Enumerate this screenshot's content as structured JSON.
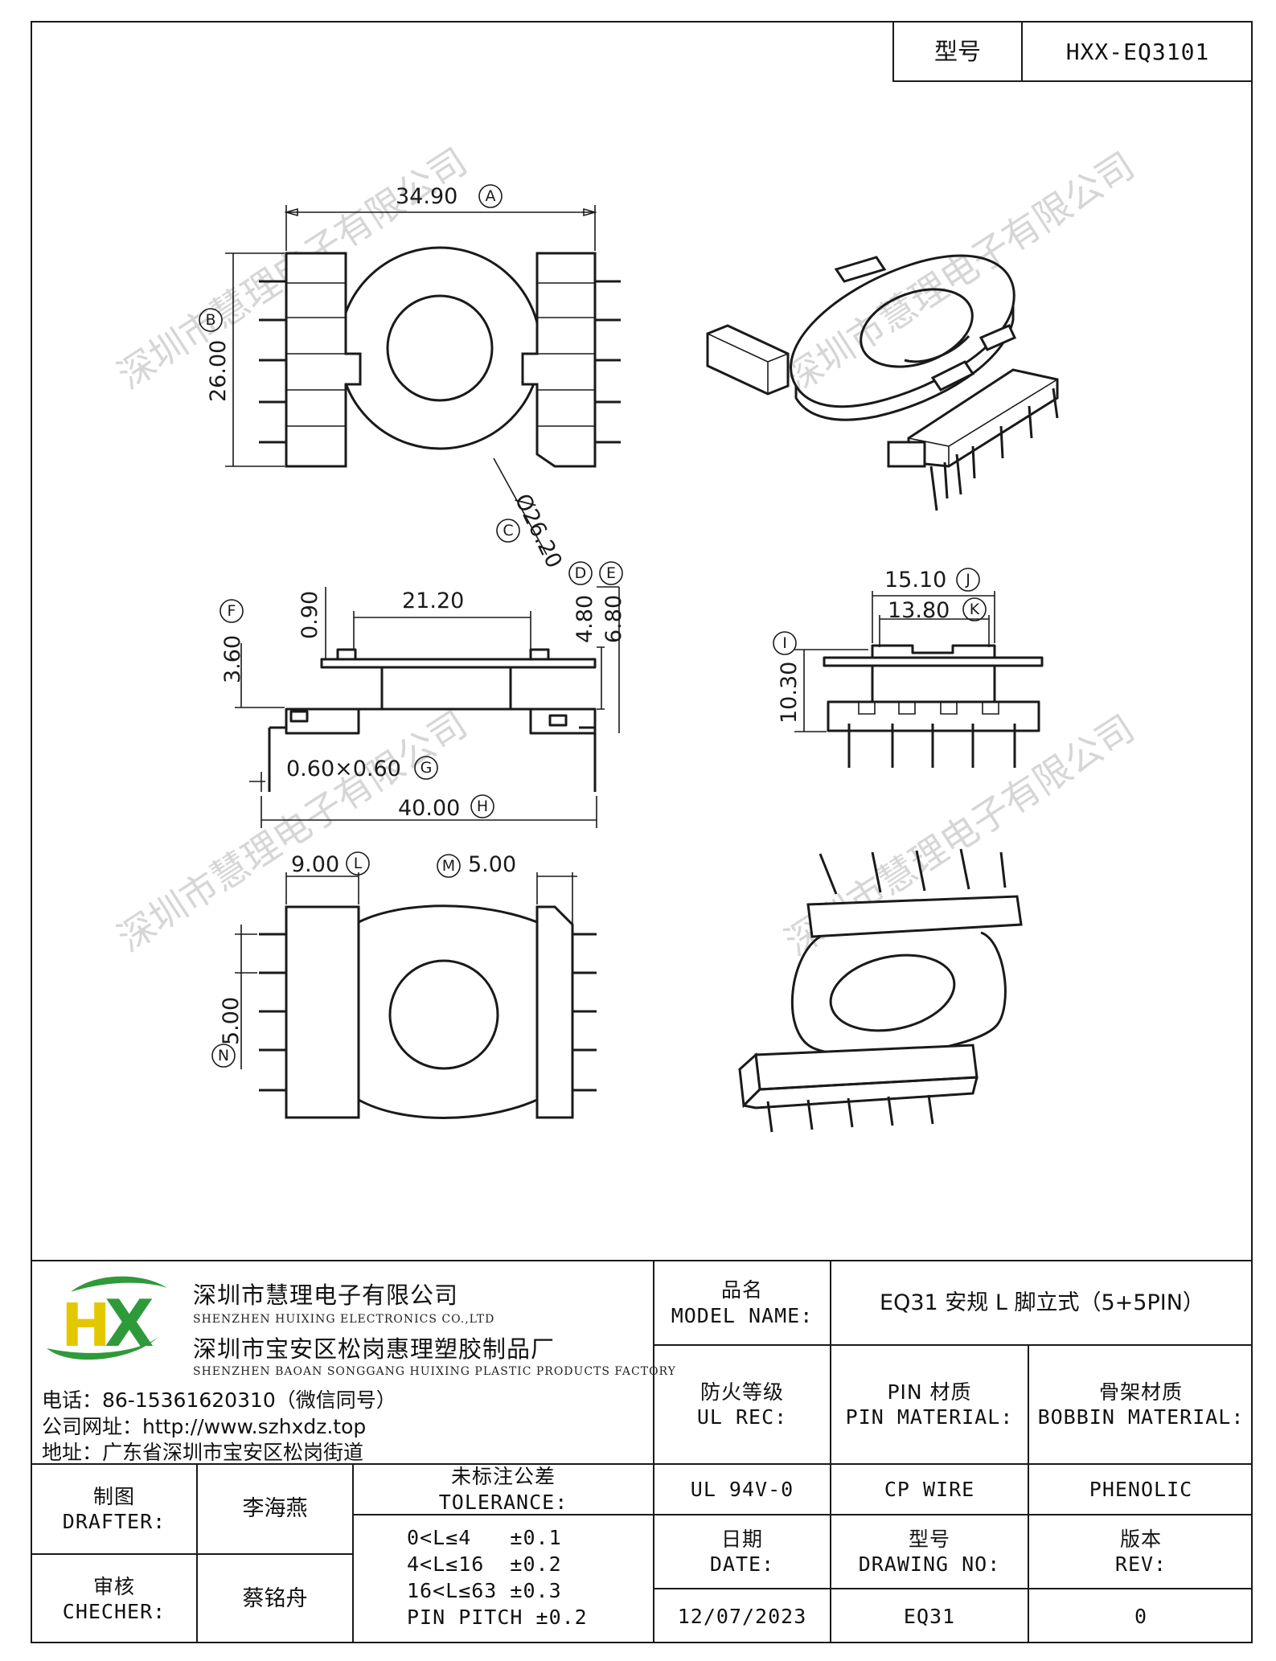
{
  "header": {
    "model_label": "型号",
    "model_value": "HXX-EQ3101"
  },
  "views": {
    "top": {
      "width": "34.90",
      "width_tag": "A",
      "height": "26.00",
      "height_tag": "B",
      "diameter": "Ø26.20",
      "diameter_tag": "C"
    },
    "side": {
      "dim_090": "0.90",
      "dim_2120": "21.20",
      "dim_480": "4.80",
      "tag_d": "D",
      "dim_680": "6.80",
      "tag_e": "E",
      "dim_360": "3.60",
      "tag_f": "F",
      "pin_size": "0.60×0.60",
      "tag_g": "G",
      "overall": "40.00",
      "tag_h": "H"
    },
    "right_side": {
      "dim_1510": "15.10",
      "tag_j": "J",
      "dim_1380": "13.80",
      "tag_k": "K",
      "dim_1030": "10.30",
      "tag_i": "I"
    },
    "bottom": {
      "dim_900": "9.00",
      "tag_l": "L",
      "dim_500a": "5.00",
      "tag_m": "M",
      "dim_500b": "5.00",
      "tag_n": "N"
    }
  },
  "watermark": "深圳市慧理电子有限公司",
  "title_block": {
    "company_cn": "深圳市慧理电子有限公司",
    "company_en": "SHENZHEN HUIXING ELECTRONICS CO.,LTD",
    "factory_cn": "深圳市宝安区松岗惠理塑胶制品厂",
    "factory_en": "SHENZHEN BAOAN SONGGANG HUIXING PLASTIC PRODUCTS FACTORY",
    "phone": "电话：86-15361620310（微信同号）",
    "website": "公司网址：http://www.szhxdz.top",
    "address": "地址：广东省深圳市宝安区松岗街道",
    "logo_h": "H",
    "logo_x": "X",
    "model_name_cn": "品名",
    "model_name_en": "MODEL NAME:",
    "model_name_value": "EQ31 安规 L 脚立式（5+5PIN）",
    "ul_cn": "防火等级",
    "ul_en": "UL REC:",
    "pin_cn": "PIN 材质",
    "pin_en": "PIN MATERIAL:",
    "bobbin_cn": "骨架材质",
    "bobbin_en": "BOBBIN MATERIAL:",
    "ul_value": "UL 94V-0",
    "pin_value": "CP WIRE",
    "bobbin_value": "PHENOLIC",
    "drafter_cn": "制图",
    "drafter_en": "DRAFTER:",
    "drafter_name": "李海燕",
    "checker_cn": "审核",
    "checker_en": "CHECHER:",
    "checker_name": "蔡铭舟",
    "tolerance_cn": "未标注公差",
    "tolerance_en": "TOLERANCE:",
    "tolerance_rows": [
      "0<L≤4   ±0.1",
      "4<L≤16  ±0.2",
      "16<L≤63 ±0.3",
      "PIN PITCH ±0.2"
    ],
    "date_cn": "日期",
    "date_en": "DATE:",
    "drawing_no_cn": "型号",
    "drawing_no_en": "DRAWING NO:",
    "rev_cn": "版本",
    "rev_en": "REV:",
    "date_value": "12/07/2023",
    "drawing_no_value": "EQ31",
    "rev_value": "0"
  }
}
